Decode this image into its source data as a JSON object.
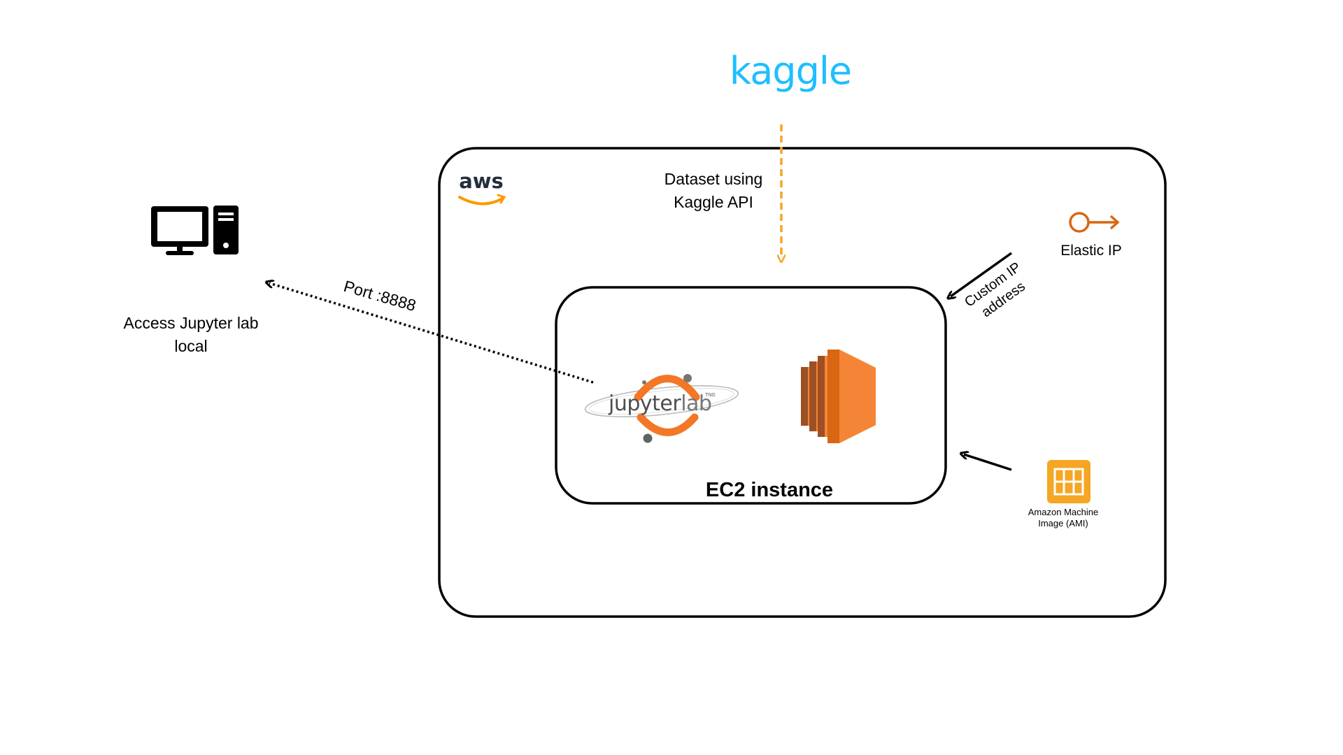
{
  "logos": {
    "kaggle": "kaggle",
    "aws": "aws",
    "jupyter_word": "jupyter",
    "jupyter_lab": "lab",
    "jupyter_tng": "TNG"
  },
  "labels": {
    "dataset_line1": "Dataset using",
    "dataset_line2": "Kaggle API",
    "elastic_ip": "Elastic IP",
    "custom_ip_line1": "Custom IP",
    "custom_ip_line2": "address",
    "port": "Port :8888",
    "access_line1": "Access Jupyter lab",
    "access_line2": "local",
    "ec2": "EC2 instance",
    "ami_line1": "Amazon Machine",
    "ami_line2": "Image (AMI)"
  },
  "icons": {
    "computer": "desktop-computer-icon",
    "elastic_ip": "elastic-ip-key-icon",
    "ec2": "ec2-instance-icon",
    "ami": "ami-grid-icon",
    "jupyter": "jupyterlab-logo-icon",
    "aws_smile": "aws-smile-icon"
  },
  "colors": {
    "kaggle_blue": "#20BEFF",
    "aws_orange": "#FF9900",
    "ec2_orange": "#F58536",
    "ec2_dark": "#9D5025",
    "ec2_mid": "#D86613",
    "jupyter_orange": "#F37726",
    "elastic_orange": "#D86613",
    "ami_orange": "#F5A623",
    "dashed_arrow": "#F5A623",
    "stroke": "#000000"
  }
}
